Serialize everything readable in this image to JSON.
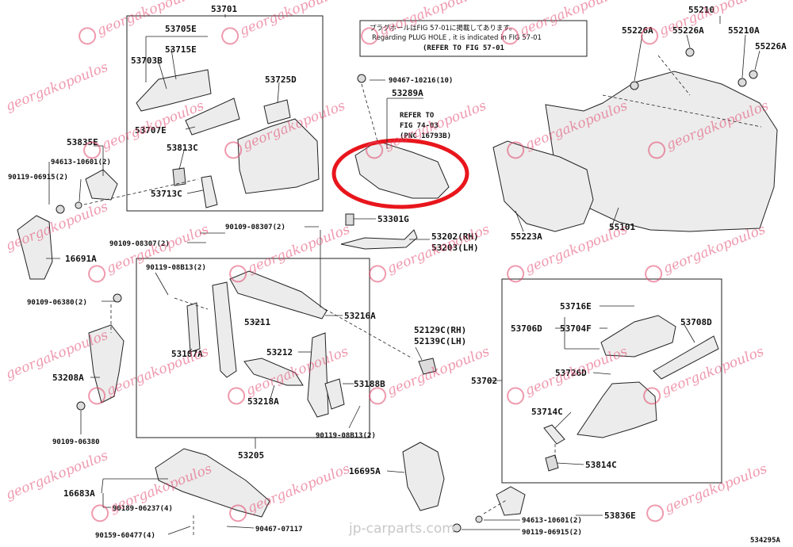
{
  "diagram": {
    "figure_id": "534295A",
    "note": {
      "line_jp": "プラグホールはFIG 57-01に掲載してあります。",
      "line_en": "Regarding PLUG HOLE , it is indicated in FIG 57-01",
      "line_ref": "(REFER TO FIG 57-01"
    },
    "refer_note": {
      "line1": "REFER TO",
      "line2": "FIG 74-03",
      "line3": "(PNC 16793B)"
    },
    "labels": {
      "p53701": "53701",
      "p53705e": "53705E",
      "p53715e": "53715E",
      "p53703b": "53703B",
      "p53725d": "53725D",
      "p53707e": "53707E",
      "p53813c": "53813C",
      "p53713c": "53713C",
      "p53835e": "53835E",
      "p94613_10601_top": "94613-10601(2)",
      "p90119_06915_top": "90119-06915(2)",
      "p90467_10216": "90467-10216(10)",
      "p53289a": "53289A",
      "p53301g": "53301G",
      "p53202": "53202(RH)",
      "p53203": "53203(LH)",
      "p55210": "55210",
      "p55226a_1": "55226A",
      "p55226a_2": "55226A",
      "p55210a": "55210A",
      "p55226a_3": "55226A",
      "p55223a": "55223A",
      "p55101": "55101",
      "p16691a": "16691A",
      "p90109_08307_a": "90109-08307(2)",
      "p90109_08307_b": "90109-08307(2)",
      "p90119_08b13_a": "90119-08B13(2)",
      "p90109_06380_2": "90109-06380(2)",
      "p53211": "53211",
      "p53216a": "53216A",
      "p53187a": "53187A",
      "p53212": "53212",
      "p52129c": "52129C(RH)",
      "p52139c": "52139C(LH)",
      "p53208a": "53208A",
      "p53188b": "53188B",
      "p53218a": "53218A",
      "p90119_08b13_b": "90119-08B13(2)",
      "p90109_06380": "90109-06380",
      "p53205": "53205",
      "p53702": "53702",
      "p53716e": "53716E",
      "p53706d": "53706D",
      "p53704f": "53704F",
      "p53708d": "53708D",
      "p53726d": "53726D",
      "p53714c": "53714C",
      "p53814c": "53814C",
      "p16695a": "16695A",
      "p16683a": "16683A",
      "p90189_06237": "90189-06237(4)",
      "p90159_60477": "90159-60477(4)",
      "p90467_07117": "90467-07117",
      "p94613_10601_bot": "94613-10601(2)",
      "p53836e": "53836E",
      "p90119_06915_bot": "90119-06915(2)"
    },
    "watermark_text": "georgakopoulos",
    "source_watermark": "jp-carparts.com",
    "highlight_color": "#e8161c",
    "watermark_color": "#e2476c"
  }
}
